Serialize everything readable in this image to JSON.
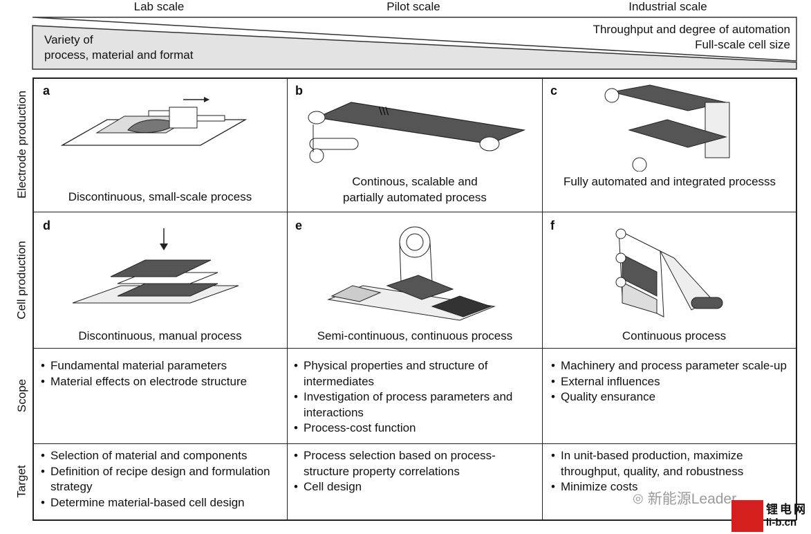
{
  "columns": [
    "Lab scale",
    "Pilot scale",
    "Industrial scale"
  ],
  "wedge": {
    "left_line1": "Variety of",
    "left_line2": "process, material and format",
    "right_line1": "Throughput and degree of automation",
    "right_line2": "Full-scale cell size"
  },
  "rows": [
    "Electrode production",
    "Cell production",
    "Scope",
    "Target"
  ],
  "panels": {
    "a": {
      "letter": "a",
      "caption1": "Discontinuous, small-scale process"
    },
    "b": {
      "letter": "b",
      "caption1": "Continous, scalable and",
      "caption2": "partially automated process"
    },
    "c": {
      "letter": "c",
      "caption1": "Fully automated and integrated processs"
    },
    "d": {
      "letter": "d",
      "caption1": "Discontinuous, manual process"
    },
    "e": {
      "letter": "e",
      "caption1": "Semi-continuous, continuous process"
    },
    "f": {
      "letter": "f",
      "caption1": "Continuous process"
    }
  },
  "scope": {
    "lab": [
      "Fundamental material parameters",
      "Material effects on electrode structure"
    ],
    "pilot": [
      "Physical properties and structure of intermediates",
      "Investigation of process parameters and interactions",
      "Process-cost function"
    ],
    "industrial": [
      "Machinery and process parameter scale-up",
      "External influences",
      "Quality ensurance"
    ]
  },
  "target": {
    "lab": [
      "Selection of material and components",
      "Definition of recipe design and formulation strategy",
      "Determine material-based cell design"
    ],
    "pilot": [
      "Process selection based on process-structure property correlations",
      "Cell design"
    ],
    "industrial": [
      "In unit-based production, maximize throughput, quality, and robustness",
      "Minimize costs"
    ]
  },
  "watermark": {
    "wechat_text": "新能源Leader",
    "logo_cn": "锂电网",
    "logo_url": "li-b.cn"
  }
}
